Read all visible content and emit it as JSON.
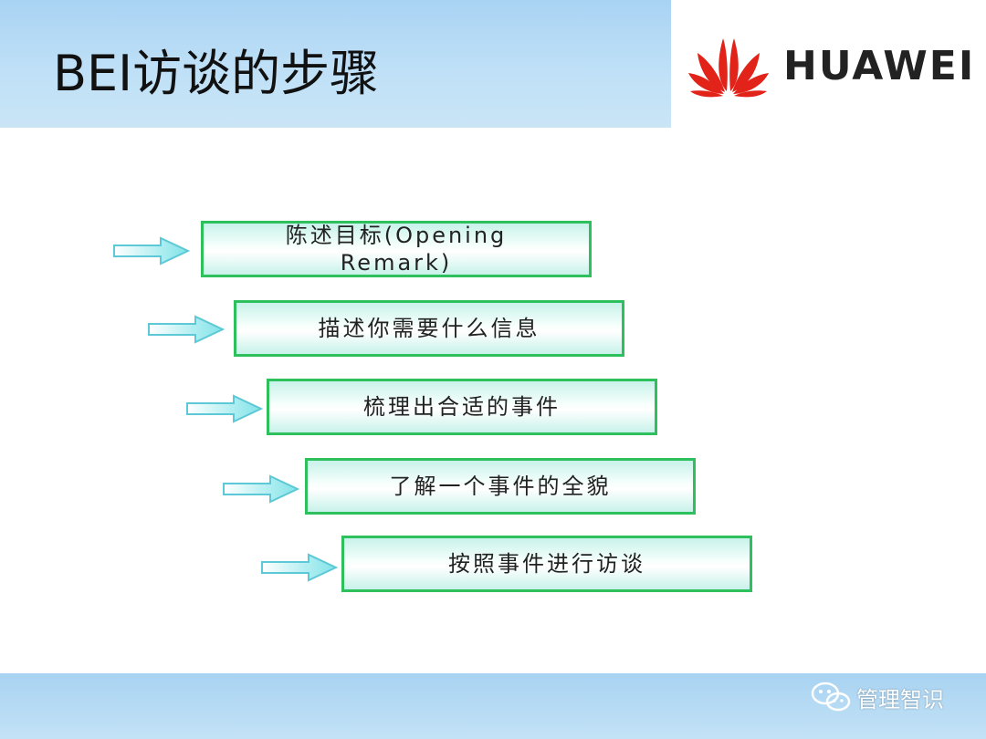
{
  "slide": {
    "title": "BEI访谈的步骤"
  },
  "logo": {
    "brand_text": "HUAWEI",
    "icon": "huawei-petal-logo",
    "brand_color": "#e2231a"
  },
  "steps": [
    {
      "label": "陈述目标(Opening Remark)"
    },
    {
      "label": "描述你需要什么信息"
    },
    {
      "label": "梳理出合适的事件"
    },
    {
      "label": "了解一个事件的全貌"
    },
    {
      "label": "按照事件进行访谈"
    }
  ],
  "arrow_icon": "right-arrow-icon",
  "watermark": {
    "icon": "wechat-icon",
    "text": "管理智识"
  },
  "colors": {
    "box_border": "#2ec05c",
    "box_fill": "#c8f2ea",
    "header_band": "#a9d3f3",
    "arrow_fill": "#7fe3e8"
  }
}
